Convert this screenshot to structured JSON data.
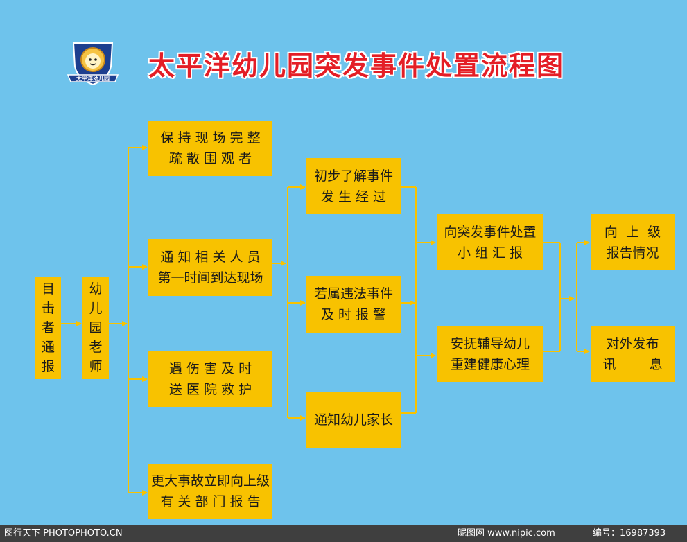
{
  "title": "太平洋幼儿园突发事件处置流程图",
  "logo": {
    "text": "太平洋幼儿园",
    "icon": "lion-shield-logo"
  },
  "colors": {
    "background": "#6ec3ec",
    "box": "#f8c200",
    "line": "#f8c200",
    "title": "#e41e26"
  },
  "nodes": {
    "witness": [
      "目",
      "击",
      "者",
      "通",
      "报"
    ],
    "teacher": [
      "幼",
      "儿",
      "园",
      "老",
      "师"
    ],
    "protect_scene": [
      "保 持 现 场 完 整",
      "疏 散 围 观 者"
    ],
    "notify_staff": [
      "通 知 相 关 人 员",
      "第一时间到达现场"
    ],
    "send_hospital": [
      "遇 伤 害 及 时",
      "送 医 院 救 护"
    ],
    "report_up": [
      "更大事故立即向上级",
      "有 关 部 门 报 告"
    ],
    "learn_event": [
      "初步了解事件",
      "发 生 经 过"
    ],
    "call_police": [
      "若属违法事件",
      "及 时 报 警"
    ],
    "notify_parents": [
      "通知幼儿家长"
    ],
    "report_group": [
      "向突发事件处置",
      "小 组 汇 报"
    ],
    "comfort_child": [
      "安抚辅导幼儿",
      "重建健康心理"
    ],
    "report_superior": [
      "向  上  级",
      "报告情况"
    ],
    "publish_info": [
      "对外发布",
      "讯        息"
    ]
  },
  "watermark": {
    "site": "昵图网 www.nipic.com",
    "left": "图行天下 PHOTOPHOTO.CN",
    "id": "编号：16987393"
  }
}
